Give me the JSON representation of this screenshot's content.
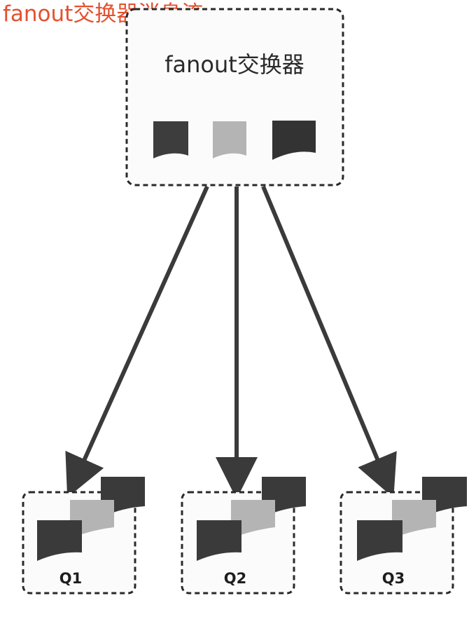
{
  "caption": "fanout交换器消息流",
  "exchange": {
    "title": "fanout交换器",
    "messages": [
      {
        "color": "#3d3d3d"
      },
      {
        "color": "#b4b4b4"
      },
      {
        "color": "#333333"
      }
    ]
  },
  "queues": [
    {
      "label": "Q1"
    },
    {
      "label": "Q2"
    },
    {
      "label": "Q3"
    }
  ],
  "colors": {
    "caption": "#e4502e",
    "box_border": "#2a2a2a",
    "box_fill": "#fbfbfb",
    "arrow": "#3a3a3a",
    "dark_message": "#3a3a3a",
    "light_message": "#b4b4b4"
  }
}
